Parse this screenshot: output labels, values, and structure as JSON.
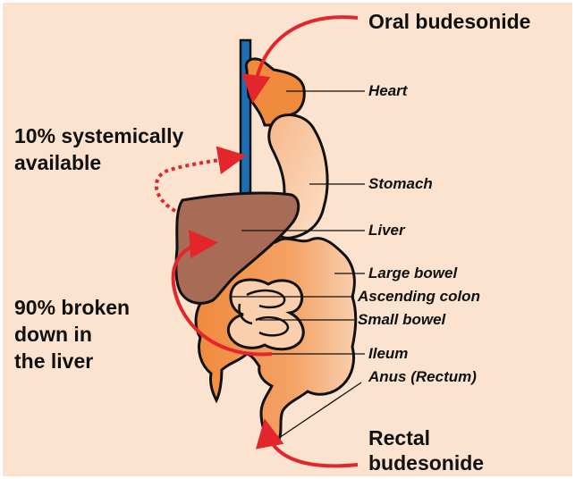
{
  "labels": {
    "oral": "Oral budesonide",
    "systemic_line1": "10% systemically",
    "systemic_line2": "available",
    "broken_line1": "90% broken",
    "broken_line2": "down in",
    "broken_line3": "the liver",
    "rectal_line1": "Rectal",
    "rectal_line2": "budesonide"
  },
  "organs": {
    "heart": "Heart",
    "stomach": "Stomach",
    "liver": "Liver",
    "large_bowel": "Large bowel",
    "ascending_colon": "Ascending colon",
    "small_bowel": "Small bowel",
    "ileum": "Ileum",
    "anus": "Anus (Rectum)"
  },
  "colors": {
    "background": "#fbe3cf",
    "arrow": "#e3262c",
    "vessel": "#1b6fb5",
    "organ_orange": "#f08a3c",
    "organ_pale": "#f7c7a3",
    "liver": "#a86b56"
  }
}
